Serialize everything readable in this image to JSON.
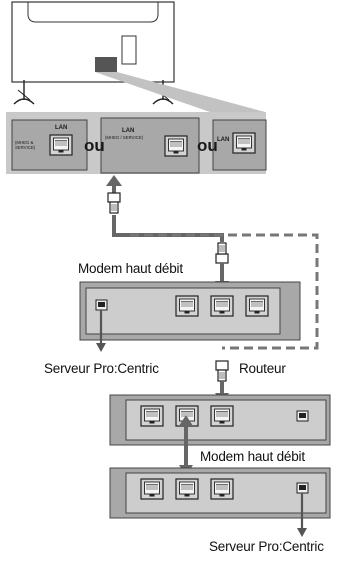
{
  "connector_word": "ou",
  "panels": [
    {
      "title": "LAN",
      "subtitle": "(MHEG &\nSERVICE)"
    },
    {
      "title": "LAN",
      "subtitle": "(MHEG / SERVICE)"
    },
    {
      "title": "LAN",
      "subtitle": ""
    }
  ],
  "labels": {
    "modem_top": "Modem haut débit",
    "server_top": "Serveur Pro:Centric",
    "router": "Routeur",
    "modem_bottom": "Modem haut débit",
    "server_bottom": "Serveur Pro:Centric"
  }
}
